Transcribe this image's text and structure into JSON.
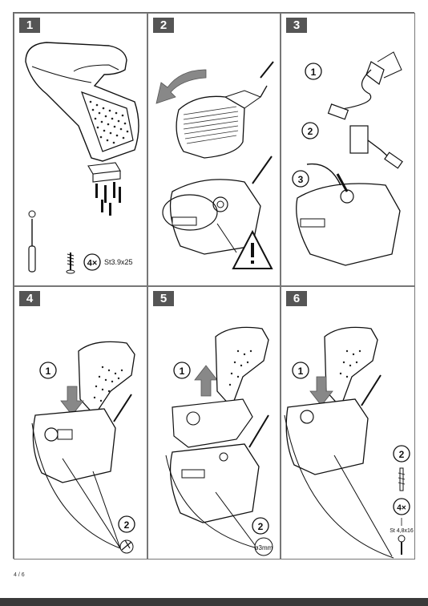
{
  "steps": [
    {
      "number": "1",
      "callouts": [],
      "screw_qty": "4×",
      "screw_spec": "St3.9x25"
    },
    {
      "number": "2",
      "callouts": []
    },
    {
      "number": "3",
      "callouts": [
        "1",
        "2",
        "3"
      ]
    },
    {
      "number": "4",
      "callouts": [
        "1",
        "2"
      ]
    },
    {
      "number": "5",
      "callouts": [
        "1",
        "2"
      ],
      "drill_size": "ø3mm"
    },
    {
      "number": "6",
      "callouts": [
        "1",
        "2"
      ],
      "screw_qty": "4×",
      "screw_spec": "St 4,8x16"
    }
  ],
  "footer": {
    "page": "4 / 6"
  },
  "colors": {
    "badge": "#555555",
    "frame": "#666666",
    "footer_bar": "#3a3a3a"
  },
  "icons": [
    "screwdriver-icon",
    "screw-icon",
    "warning-triangle-icon",
    "arrow-icon",
    "drill-icon"
  ]
}
